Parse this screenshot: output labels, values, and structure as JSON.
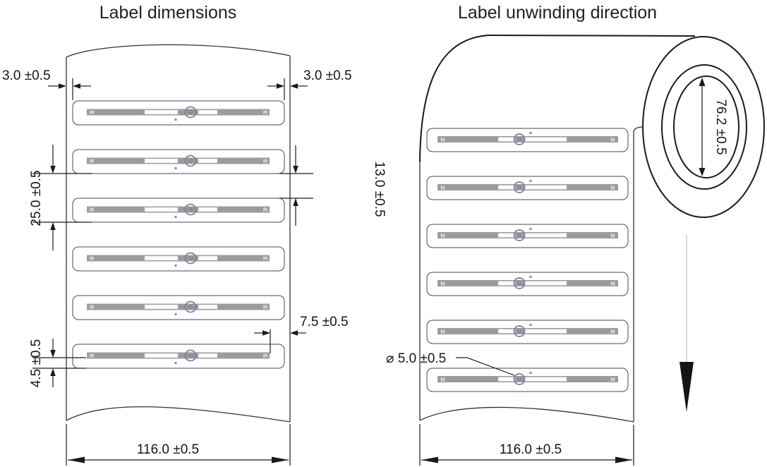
{
  "left_diagram": {
    "title": "Label dimensions",
    "dimensions": {
      "left_margin": "3.0 ±0.5",
      "right_margin": "3.0 ±0.5",
      "label_gap": "13.0 ±0.5",
      "label_pitch": "25.0 ±0.5",
      "inlay_right_offset": "7.5 ±0.5",
      "inlay_bottom_offset": "4.5 ±0.5",
      "web_width": "116.0 ±0.5"
    }
  },
  "right_diagram": {
    "title": "Label unwinding direction",
    "dimensions": {
      "core_diameter": "76.2 ±0.5",
      "chip_hole_diameter": "⌀ 5.0 ±0.5",
      "web_width": "116.0 ±0.5"
    }
  },
  "label_graphic": {
    "end_mark": "M"
  },
  "colors": {
    "line": "#1a1a1a",
    "label_outline": "#4a4a4a",
    "inlay_gray": "#9c9c9c",
    "chip_ring": "#7d74b4",
    "unwind_shaft": "#bdbdbd"
  }
}
